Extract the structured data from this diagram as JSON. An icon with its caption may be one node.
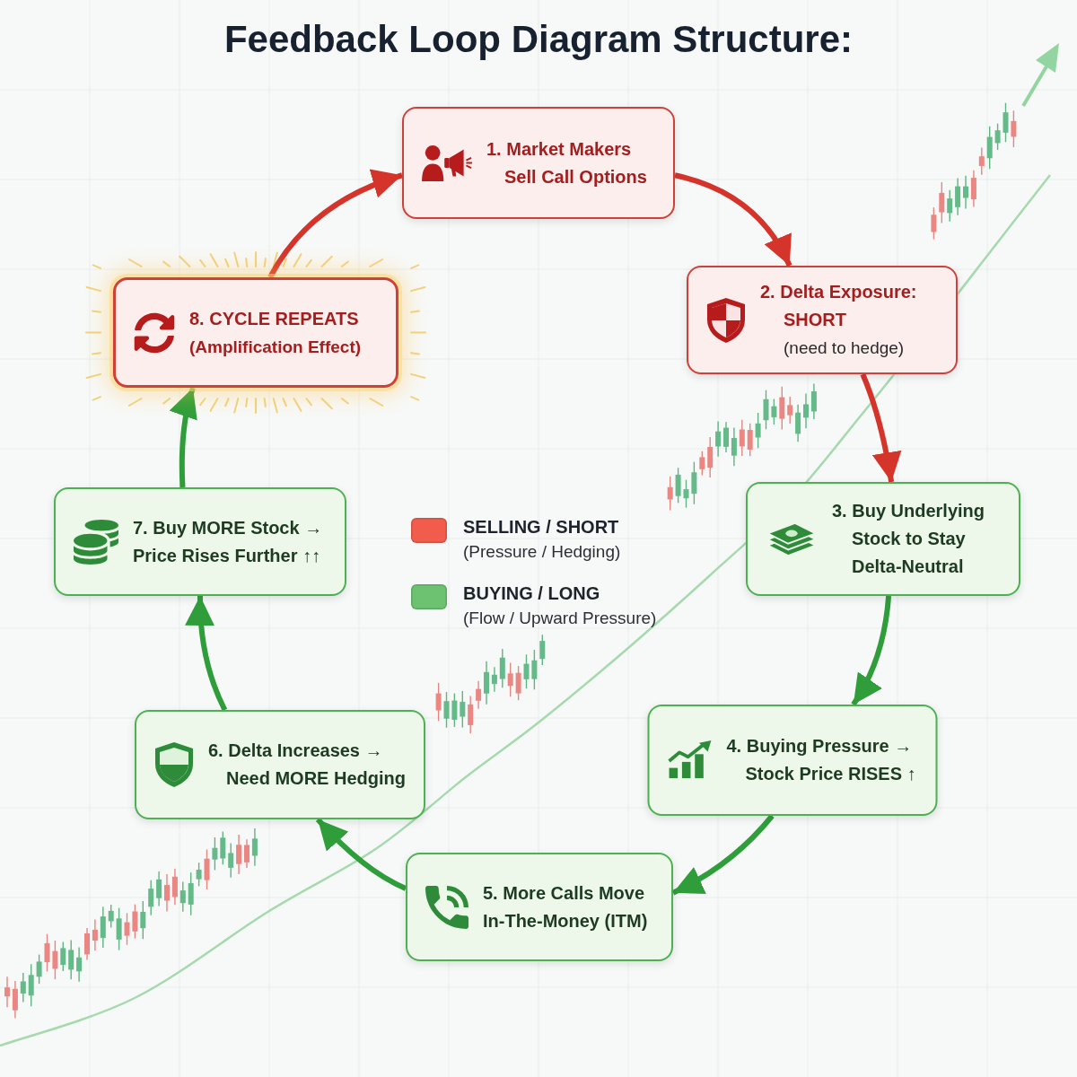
{
  "diagram": {
    "title": "Feedback Loop Diagram Structure:",
    "nodes": [
      {
        "text": [
          "1. Market Makers Sell Call Options"
        ]
      },
      {
        "text": [
          "2. Delta Exposure: SHORT",
          "(need to hedge)"
        ]
      },
      {
        "text": [
          "3. Buy Underlying Stock to Stay Delta-Neutral"
        ]
      },
      {
        "text": [
          "4. Buying Pressure → Stock Price RISES ↑"
        ]
      },
      {
        "text": [
          "5. More Calls Move In-The-Money (ITM)"
        ]
      },
      {
        "text": [
          "6. Delta Increases → Need MORE Hedging"
        ]
      },
      {
        "text": [
          "7. Buy MORE Stock → Price Rises Further ↑↑"
        ]
      },
      {
        "text": [
          "8. CYCLE REPEATS",
          "(Amplification Effect)"
        ]
      }
    ],
    "edges": [
      {
        "from": 0,
        "to": 1,
        "arrow": "to",
        "color": "#d5342b"
      },
      {
        "from": 1,
        "to": 2,
        "arrow": "to",
        "color": "#d5342b"
      },
      {
        "from": 2,
        "to": 3,
        "arrow": "to"
      },
      {
        "from": 3,
        "to": 4,
        "arrow": "to"
      },
      {
        "from": 4,
        "to": 5,
        "arrow": "to"
      },
      {
        "from": 5,
        "to": 6,
        "arrow": "to"
      },
      {
        "from": 6,
        "to": 7,
        "arrow": "to"
      },
      {
        "from": 7,
        "to": 0,
        "arrow": "to",
        "color": "#d5342b"
      }
    ],
    "legend": [
      {
        "text": "**SELLING / SHORT** (Pressure / Hedging)",
        "color": "#f25c4c"
      },
      {
        "text": "**BUYING / LONG** (Flow / Upward Pressure)",
        "color": "#6cc271"
      }
    ]
  }
}
